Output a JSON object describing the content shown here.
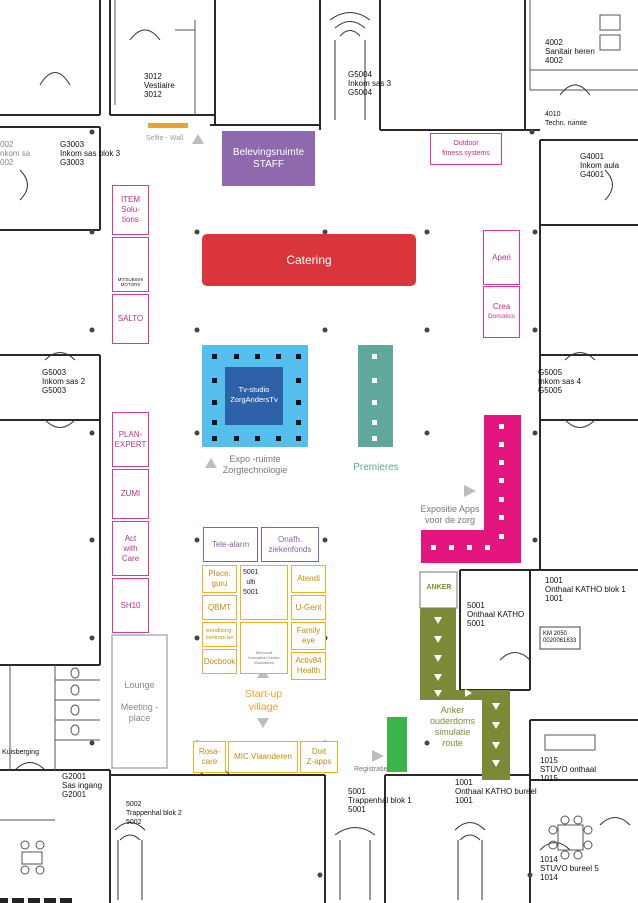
{
  "colors": {
    "catering": "#d9353a",
    "staff": "#8f69ad",
    "studio_outer": "#54bfec",
    "studio_inner": "#2e62a8",
    "premieres": "#5ea99b",
    "apps": "#e4157f",
    "anker": "#7c8a38",
    "registration": "#3bb54a",
    "pink": "#d6389b",
    "yellow": "#f1b01c",
    "purple": "#8860a8",
    "orange": "#f0a030",
    "wall": "#2a2a2a",
    "arrow": "#bdbdbd"
  },
  "rooms": {
    "vestiaire": "3012\nVestiaire\n3012",
    "g5004": "G5004\nInkom sas 3\nG5004",
    "g3003": "G3003\nInkom sas blok 3\nG3003",
    "left_top_edge": "002\nnkom sa\n002",
    "g4002": "4002\nSanitair heren\n4002",
    "tiny_right": "4010\nTechn. ruimte",
    "g4001": "G4001\nInkom aula\nG4001",
    "g5003": "G5003\nInkom sas 2\nG5003",
    "g5005": "G5005\nInkom sas 4\nG5005",
    "r1001": "1001\nOnthaal KATHO blok 1\n1001",
    "r5001k": "5001\nOnthaal KATHO\n5001",
    "km": "KM 2050\n0020061633",
    "g2001": "G2001\nSas ingang\nG2001",
    "kuisberging": "Kuisberging",
    "trappenhal_left": "5002\nTrappenhal blok 2\n5002",
    "trappenhal": "5001\nTrappenhal blok 1\n5001",
    "r1001b": "1001\nOnthaal KATHO bureel\n1001",
    "stuvo_onthaal": "1015\nSTUVO onthaal\n1015",
    "stuvo_bureel": "1014\nSTUVO bureel 5\n1014"
  },
  "labels": {
    "selfie": "Selfie - Wall",
    "staff": "Belevingsruimte\nSTAFF",
    "outdoor": "Outdoor\nfitness systems",
    "catering": "Catering",
    "aperi": "Aperi",
    "crea": "Crea",
    "domotics": "Domotics",
    "studio": "Tv-studio\nZorgAndersTv",
    "expo": "Expo -ruimte\nZorgtechnologie",
    "premieres": "Premieres",
    "apps": "Expositie Apps\nvoor de zorg",
    "anker_logo": "ANKER",
    "anker": "Anker\nouderdoms\nsimulatie\nroute",
    "startup": "Start-up\nvillage",
    "registratie": "Registratie"
  },
  "left_column": [
    "ITEM\nSolu-\ntions",
    "",
    "SALTO",
    "PLAN-\nEXPERT",
    "ZUMI",
    "Act\nwith\nCare",
    "SH10"
  ],
  "lounge": "Lounge\n\nMeeting -\nplace",
  "mitsubishi": "MITSUBISHI\nMOTORS",
  "startup_boxes": {
    "tele": "Tele-alarm",
    "onafh": "Onafh.\nziekenfonds",
    "place": "Place.\nguru",
    "atendi": "Atendi",
    "qbmt": "QBMT",
    "ugent": "U-Gent",
    "wond": "wond/zorg-\ncentrum.be",
    "family": "Family\neye",
    "docbook": "Docbook",
    "microsoft": "Microsoft\nInnovation Center\nVlaanderen",
    "activ": "Activ84\nHealth",
    "rosa": "Rosa-\ncare",
    "mic": "MIC Vlaanderen",
    "doit": "Doit\nZ-apps"
  },
  "office_5001_inner": "5001\nulti\n5001"
}
